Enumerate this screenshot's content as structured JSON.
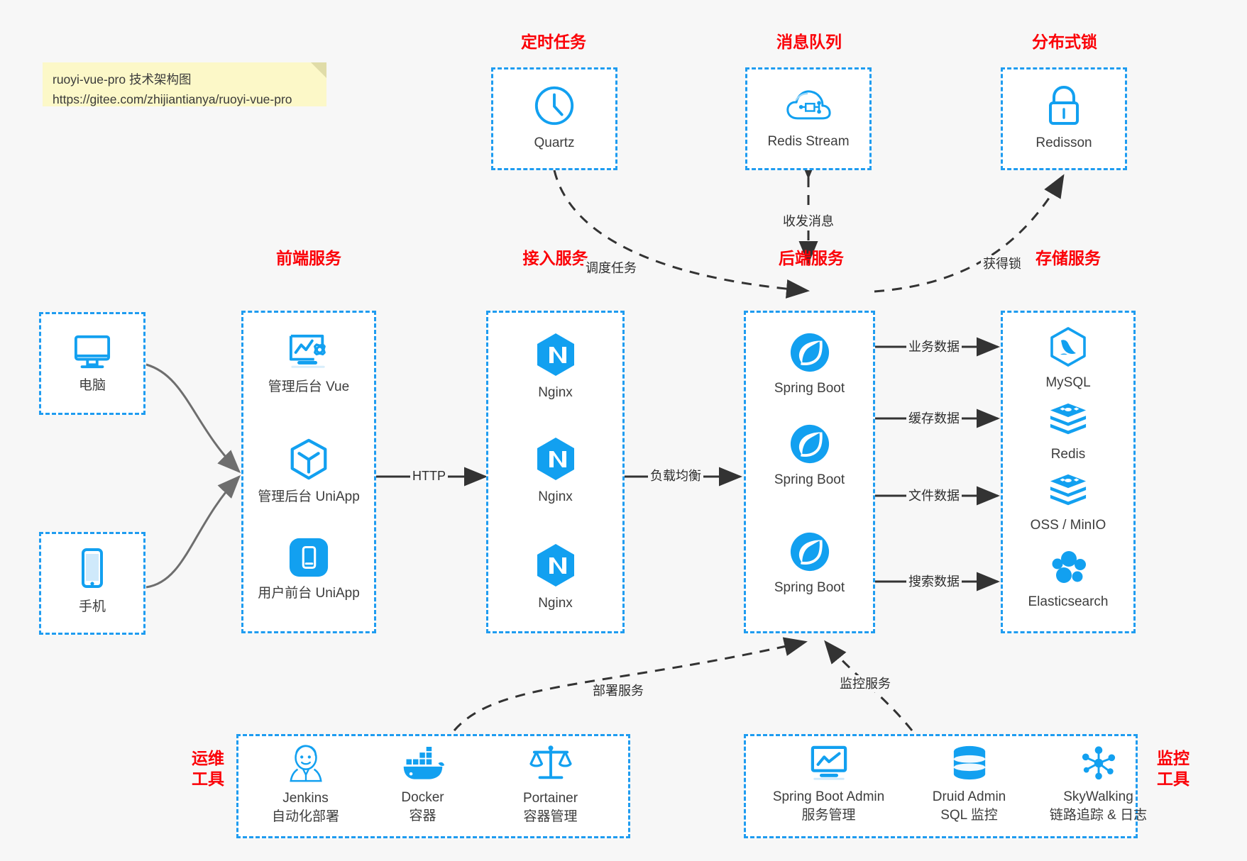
{
  "note": {
    "line1": "ruoyi-vue-pro 技术架构图",
    "line2": "https://gitee.com/zhijiantianya/ruoyi-vue-pro"
  },
  "colors": {
    "accent_blue": "#1f9cf0",
    "icon_blue": "#12a0f0",
    "title_red": "#fb0007",
    "background": "#f7f7f7",
    "group_fill": "#ffffff",
    "note_fill": "#fcf8c8",
    "edge_dark": "#3a3a3a",
    "edge_gray": "#6e6e6e"
  },
  "groups": [
    {
      "id": "scheduler",
      "title": "定时任务",
      "nodes": [
        {
          "label": "Quartz",
          "icon": "clock-icon"
        }
      ]
    },
    {
      "id": "message-queue",
      "title": "消息队列",
      "nodes": [
        {
          "label": "Redis Stream",
          "icon": "cloud-network-icon"
        }
      ]
    },
    {
      "id": "distributed-lock",
      "title": "分布式锁",
      "nodes": [
        {
          "label": "Redisson",
          "icon": "lock-icon"
        }
      ]
    },
    {
      "id": "clients-pc",
      "title": "",
      "nodes": [
        {
          "label": "电脑",
          "icon": "monitor-icon"
        }
      ]
    },
    {
      "id": "clients-mobile",
      "title": "",
      "nodes": [
        {
          "label": "手机",
          "icon": "phone-icon"
        }
      ]
    },
    {
      "id": "frontend",
      "title": "前端服务",
      "nodes": [
        {
          "label": "管理后台 Vue",
          "icon": "dashboard-gear-icon"
        },
        {
          "label": "管理后台 UniApp",
          "icon": "cube-icon"
        },
        {
          "label": "用户前台 UniApp",
          "icon": "mobile-app-icon"
        }
      ]
    },
    {
      "id": "gateway",
      "title": "接入服务",
      "nodes": [
        {
          "label": "Nginx",
          "icon": "nginx-icon"
        },
        {
          "label": "Nginx",
          "icon": "nginx-icon"
        },
        {
          "label": "Nginx",
          "icon": "nginx-icon"
        }
      ]
    },
    {
      "id": "backend",
      "title": "后端服务",
      "nodes": [
        {
          "label": "Spring Boot",
          "icon": "spring-boot-icon"
        },
        {
          "label": "Spring Boot",
          "icon": "spring-boot-icon"
        },
        {
          "label": "Spring Boot",
          "icon": "spring-boot-icon"
        }
      ]
    },
    {
      "id": "storage",
      "title": "存储服务",
      "nodes": [
        {
          "label": "MySQL",
          "icon": "mysql-icon"
        },
        {
          "label": "Redis",
          "icon": "redis-icon"
        },
        {
          "label": "OSS / MinIO",
          "icon": "oss-minio-icon"
        },
        {
          "label": "Elasticsearch",
          "icon": "elasticsearch-icon"
        }
      ]
    },
    {
      "id": "devops",
      "title": "运维\n工具",
      "title_line1": "运维",
      "title_line2": "工具",
      "nodes": [
        {
          "label": "Jenkins",
          "sublabel": "自动化部署",
          "icon": "jenkins-icon"
        },
        {
          "label": "Docker",
          "sublabel": "容器",
          "icon": "docker-icon"
        },
        {
          "label": "Portainer",
          "sublabel": "容器管理",
          "icon": "scales-icon"
        }
      ]
    },
    {
      "id": "monitoring",
      "title_line1": "监控",
      "title_line2": "工具",
      "nodes": [
        {
          "label": "Spring Boot Admin",
          "sublabel": "服务管理",
          "icon": "monitor-chart-icon"
        },
        {
          "label": "Druid Admin",
          "sublabel": "SQL 监控",
          "icon": "database-icon"
        },
        {
          "label": "SkyWalking",
          "sublabel": "链路追踪 & 日志",
          "icon": "skywalking-icon"
        }
      ]
    }
  ],
  "edges": [
    {
      "id": "http",
      "label": "HTTP"
    },
    {
      "id": "load-balance",
      "label": "负载均衡"
    },
    {
      "id": "schedule-task",
      "label": "调度任务"
    },
    {
      "id": "send-receive-message",
      "label": "收发消息"
    },
    {
      "id": "acquire-lock",
      "label": "获得锁"
    },
    {
      "id": "business-data",
      "label": "业务数据"
    },
    {
      "id": "cache-data",
      "label": "缓存数据"
    },
    {
      "id": "file-data",
      "label": "文件数据"
    },
    {
      "id": "search-data",
      "label": "搜索数据"
    },
    {
      "id": "deploy-service",
      "label": "部署服务"
    },
    {
      "id": "monitor-service",
      "label": "监控服务"
    }
  ]
}
